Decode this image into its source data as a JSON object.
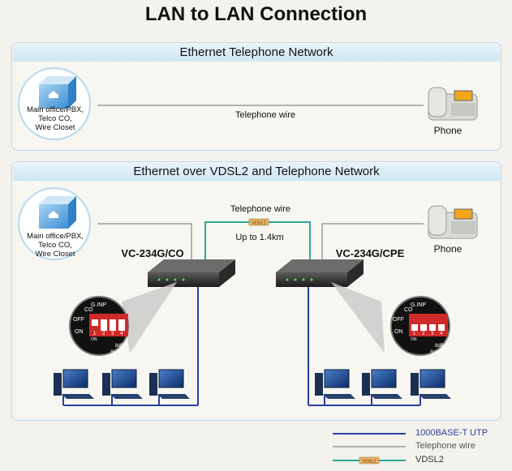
{
  "title": "LAN to LAN Connection",
  "top_panel": {
    "header": "Ethernet Telephone Network",
    "office_label": [
      "Main office/PBX,",
      "Telco CO,",
      "Wire Closet"
    ],
    "wire_label": "Telephone wire",
    "phone_label": "Phone"
  },
  "bottom_panel": {
    "header": "Ethernet over VDSL2 and Telephone Network",
    "office_label": [
      "Main office/PBX,",
      "Telco CO,",
      "Wire Closet"
    ],
    "wire_label": "Telephone wire",
    "vdsl_tag": "VDSL2",
    "distance_label": "Up to 1.4km",
    "phone_label": "Phone",
    "device_left": "VC-234G/CO",
    "device_right": "VC-234G/CPE",
    "dip_labels": {
      "ginp": "G.INP",
      "co": "CO",
      "off": "OFF",
      "on": "ON",
      "on_small": "ON",
      "nums": [
        "1",
        "2",
        "3",
        "4"
      ],
      "sym": "Sym",
      "bdb": "8dB"
    }
  },
  "legend": {
    "utp": "1000BASE-T UTP",
    "tel": "Telephone wire",
    "vdsl": "VDSL2",
    "vdsl_tag": "VDSL2"
  },
  "colors": {
    "utp": "#2a3f9c",
    "tel": "#9a9a9a",
    "vdsl": "#2aa89a"
  }
}
